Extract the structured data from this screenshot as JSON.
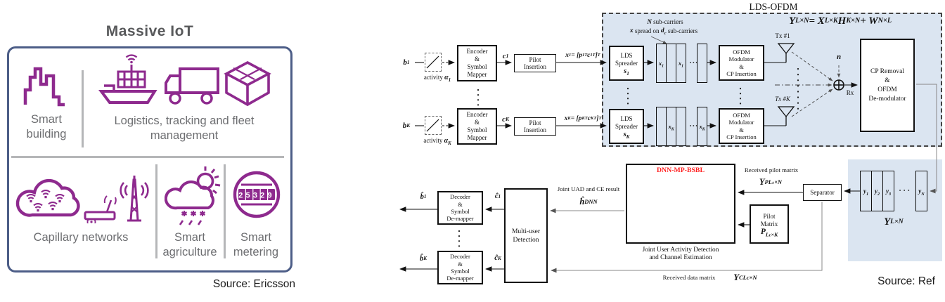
{
  "left_figure": {
    "title": "Massive IoT",
    "source": "Source: Ericsson",
    "cells": [
      {
        "id": "smart-building",
        "label": "Smart building"
      },
      {
        "id": "logistics",
        "label": "Logistics, tracking and fleet management"
      },
      {
        "id": "capillary-networks",
        "label": "Capillary networks"
      },
      {
        "id": "smart-agriculture",
        "label": "Smart agriculture"
      },
      {
        "id": "smart-metering",
        "label": "Smart metering"
      }
    ],
    "meter_reading": "25329",
    "colors": {
      "icon_purple": "#8E2A8E",
      "frame_blue": "#4C5D87",
      "label_gray": "#6D6E71",
      "title_gray": "#58595B"
    }
  },
  "diagram": {
    "source": "Source: Ref",
    "region_title": "LDS-OFDM",
    "formula": "Y_{L×N} = X_{L×K}H_{K×N} + W_{N×L}",
    "subcarrier_note": {
      "n": "N",
      "n_tail": "sub-carriers",
      "x": "x",
      "mid": "spread on",
      "dc": "d_{c}",
      "tail": "sub-carriers"
    },
    "tx_chains": [
      {
        "input": "b_{1}",
        "activity_word": "activity",
        "alpha": "α_{1}",
        "encoder_lines": [
          "Encoder",
          "&",
          "Symbol",
          "Mapper"
        ],
        "code": "c_{1}",
        "pilot_lines": [
          "Pilot",
          "Insertion"
        ],
        "x_equation": "x_{1} = [p_{1}^{T} c_{1}^{T}]^{T}",
        "lds_lines": [
          "LDS",
          "Spreader"
        ],
        "lds_matrix": "s_{1}",
        "slab_labels": [
          "x_{1}",
          "",
          "x_{1}"
        ],
        "slab_last": "",
        "ofdm_lines": [
          "OFDM",
          "Modulator",
          "&",
          "CP Insertion"
        ],
        "tx_label": "Tx #1"
      },
      {
        "input": "b_{K}",
        "activity_word": "activity",
        "alpha": "α_{K}",
        "encoder_lines": [
          "Encoder",
          "&",
          "Symbol",
          "Mapper"
        ],
        "code": "c_{K}",
        "pilot_lines": [
          "Pilot",
          "Insertion"
        ],
        "x_equation": "x_{K} = [p_{K}^{T} c_{K}^{T}]^{T}",
        "lds_lines": [
          "LDS",
          "Spreader"
        ],
        "lds_matrix": "s_{K}",
        "slab_labels": [
          "",
          "x_{K}",
          ""
        ],
        "slab_last": "x_{K}",
        "ofdm_lines": [
          "OFDM",
          "Modulator",
          "&",
          "CP Insertion"
        ],
        "tx_label": "Tx #K"
      }
    ],
    "channel": {
      "noise": "n",
      "rx": "Rx"
    },
    "cp_removal_lines": [
      "CP Removal",
      "&",
      "OFDM",
      "De-modulator"
    ],
    "receive_matrix": {
      "slabs": [
        "y_{1}",
        "y_{2}",
        "y_{3}",
        "y_{N}"
      ],
      "label": "Y_{L×N}"
    },
    "separator_label": "Separator",
    "pilot_branch": {
      "caption": "Received pilot matrix",
      "matrix": "Y^{P}_{Lₜ×N}"
    },
    "pilot_matrix": {
      "lines": [
        "Pilot",
        "Matrix"
      ],
      "symbol": "P_{Lₜ×K}"
    },
    "dnn": {
      "title": "DNN-MP-BSBL",
      "caption_lines": [
        "Joint User Activity Detection",
        "and Channel Estimation"
      ]
    },
    "estimate": {
      "caption": "Joint UAD and CE result",
      "symbol": "ĥ_{DNN}"
    },
    "mud_lines": [
      "Multi-user",
      "Detection"
    ],
    "decoders": [
      {
        "lines": [
          "Decoder",
          "&",
          "Symbol",
          "De-mapper"
        ],
        "code": "ĉ_{1}",
        "output": "b̂_{1}"
      },
      {
        "lines": [
          "Decoder",
          "&",
          "Symbol",
          "De-mapper"
        ],
        "code": "ĉ_{K}",
        "output": "b̂_{K}"
      }
    ],
    "data_branch": {
      "caption": "Received data matrix",
      "matrix": "Y^{C}_{Lc×N}"
    },
    "colors": {
      "region_fill": "#DBE5F1",
      "dnn_title_red": "#FF2020",
      "node_red": "#E02828"
    }
  }
}
